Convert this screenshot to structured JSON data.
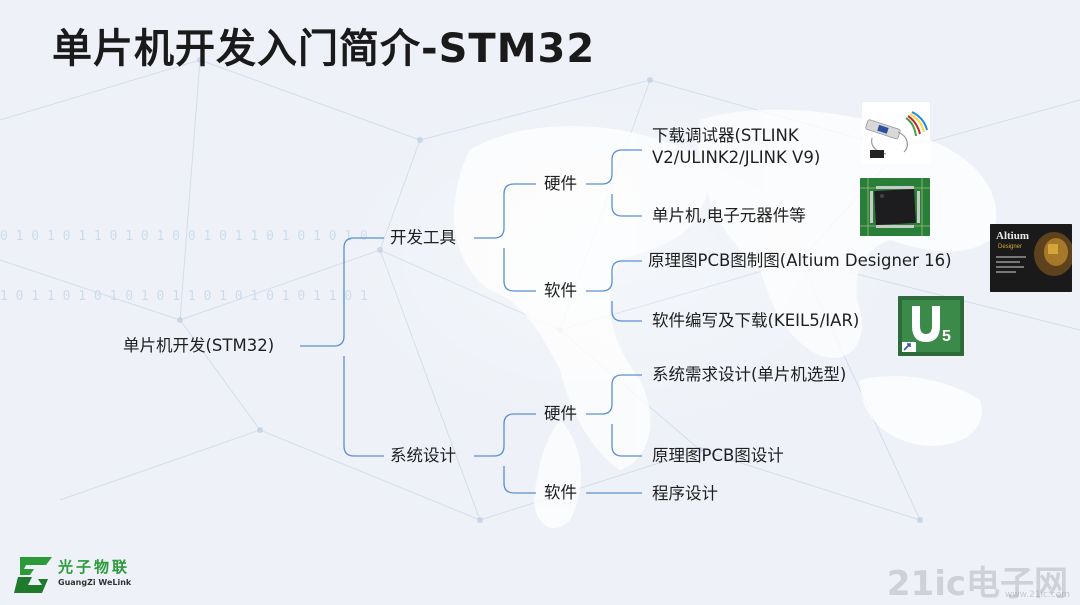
{
  "title": "单片机开发入门简介-STM32",
  "tree": {
    "root": "单片机开发(STM32)",
    "branch_tools": "开发工具",
    "branch_design": "系统设计",
    "tools_hw": "硬件",
    "tools_sw": "软件",
    "design_hw": "硬件",
    "design_sw": "软件",
    "leaf_debugger": "下载调试器(STLINK V2/ULINK2/JLINK V9)",
    "leaf_mcu": "单片机,电子元器件等",
    "leaf_schematic_tool": "原理图PCB图制图(Altium Designer 16)",
    "leaf_ide": "软件编写及下载(KEIL5/IAR)",
    "leaf_requirements": "系统需求设计(单片机选型)",
    "leaf_schematic_design": "原理图PCB图设计",
    "leaf_program": "程序设计"
  },
  "thumbnails": {
    "altium_brand": "Altium",
    "altium_sub": "Designer",
    "keil_mark": "5"
  },
  "logo": {
    "name": "光子物联",
    "sub": "GuangZi WeLink"
  },
  "watermark": {
    "main": "21ic电子网",
    "sub": "www.21ic.com"
  },
  "colors": {
    "connector": "#5b8fd6",
    "logo_green": "#2d9a3a"
  }
}
